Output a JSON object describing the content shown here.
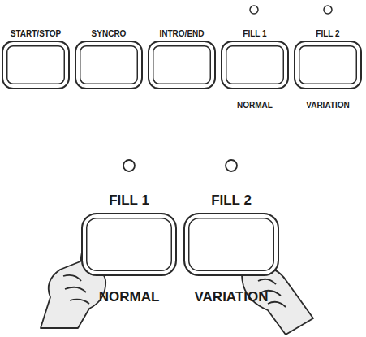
{
  "diagram": {
    "nodes": [
      {
        "text": [
          "START/STOP"
        ]
      },
      {
        "text": [
          "SYNCRO"
        ]
      },
      {
        "text": [
          "INTRO/END"
        ]
      },
      {
        "text": [
          "FILL 1",
          "NORMAL"
        ]
      },
      {
        "text": [
          "FILL 2",
          "VARIATION"
        ]
      },
      {
        "text": [
          "FILL 1",
          "NORMAL"
        ]
      },
      {
        "text": [
          "FILL 2",
          "VARIATION"
        ]
      }
    ]
  }
}
